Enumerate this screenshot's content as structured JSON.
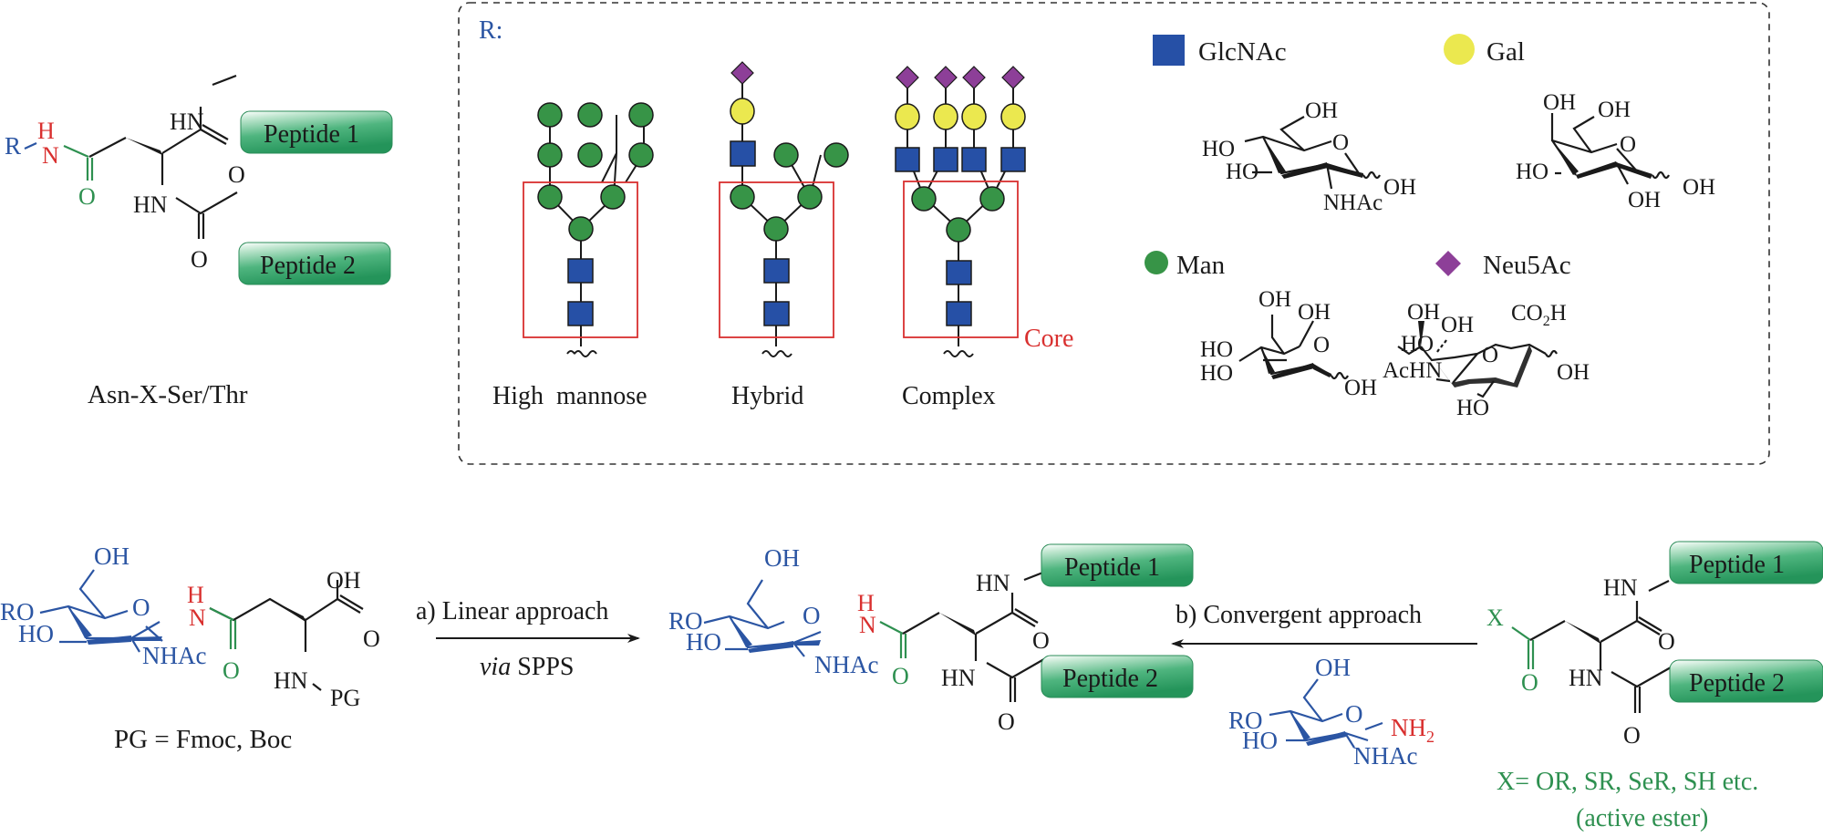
{
  "colors": {
    "glcnac": "#2650a6",
    "gal": "#ebe84f",
    "man": "#379447",
    "neu5ac": "#8d3f98",
    "core_box": "#d9302f",
    "glycan_text": "#2b55a3",
    "amide_n": "#d9302f",
    "asn_carbonyl": "#2e9050",
    "peptide_box": "#2e9c60"
  },
  "top_left": {
    "r": "R",
    "h": "H",
    "n": "N",
    "o_green": "O",
    "hn_top": "HN",
    "o_right": "O",
    "hn_bottom": "HN",
    "o_bottom": "O",
    "peptide1": "Peptide 1",
    "peptide2": "Peptide 2",
    "caption": "Asn-X-Ser/Thr"
  },
  "glycan_panel": {
    "r_label": "R:",
    "core_label": "Core",
    "types": [
      {
        "name": "High  mannose"
      },
      {
        "name": "Hybrid"
      },
      {
        "name": "Complex"
      }
    ],
    "legend": [
      {
        "symbol": "square",
        "name": "GlcNAc",
        "color": "#2650a6"
      },
      {
        "symbol": "circle",
        "name": "Gal",
        "color": "#ebe84f"
      },
      {
        "symbol": "circle",
        "name": "Man",
        "color": "#379447"
      },
      {
        "symbol": "diamond",
        "name": "Neu5Ac",
        "color": "#8d3f98"
      }
    ],
    "glcnac_struct": {
      "oh_top": "OH",
      "ho1": "HO",
      "ho2": "HO",
      "o": "O",
      "oh": "OH",
      "nhac": "NHAc"
    },
    "gal_struct": {
      "oh_a": "OH",
      "oh_b": "OH",
      "ho": "HO",
      "o": "O",
      "oh_c": "OH",
      "oh_d": "OH"
    },
    "man_struct": {
      "oh_a": "OH",
      "oh_b": "OH",
      "ho1": "HO",
      "ho2": "HO",
      "o": "O",
      "oh": "OH"
    },
    "neu_struct": {
      "ho": "HO",
      "oh_a": "OH",
      "oh_b": "OH",
      "co2h_main": "CO",
      "co2h_sub": "2",
      "co2h_end": "H",
      "achn": "AcHN",
      "o": "O",
      "oh": "OH",
      "ho_bottom": "HO"
    }
  },
  "scheme": {
    "start": {
      "oh_top": "OH",
      "ro": "RO",
      "ho": "HO",
      "o": "O",
      "nhac": "NHAc",
      "h": "H",
      "n": "N",
      "o_green": "O",
      "acid_oh": "OH",
      "acid_o": "O",
      "hn": "HN",
      "pg": "PG",
      "caption": "PG = Fmoc, Boc"
    },
    "arrow_a": {
      "label": "a) Linear approach",
      "sub_italic": "via",
      "sub_rest": " SPPS"
    },
    "product": {
      "oh_top": "OH",
      "ro": "RO",
      "ho": "HO",
      "o": "O",
      "nhac": "NHAc",
      "h": "H",
      "n": "N",
      "o_green": "O",
      "hn_top": "HN",
      "o_right": "O",
      "hn_bottom": "HN",
      "o_bottom": "O",
      "peptide1": "Peptide 1",
      "peptide2": "Peptide 2"
    },
    "arrow_b": {
      "label": "b) Convergent approach"
    },
    "amine": {
      "oh_top": "OH",
      "ro": "RO",
      "ho": "HO",
      "o": "O",
      "nh": "NH",
      "nh_sub": "2",
      "nhac": "NHAc"
    },
    "right": {
      "x": "X",
      "o_green": "O",
      "hn_top": "HN",
      "o_right": "O",
      "hn_bottom": "HN",
      "o_bottom": "O",
      "peptide1": "Peptide 1",
      "peptide2": "Peptide 2",
      "note_line1": "X= OR, SR, SeR, SH etc.",
      "note_line2": "(active ester)"
    }
  }
}
